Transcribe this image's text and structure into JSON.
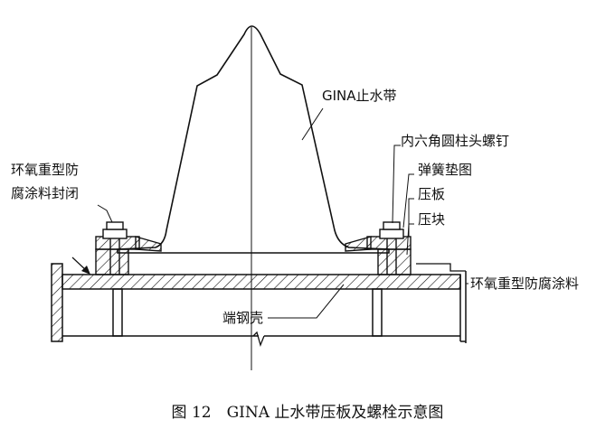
{
  "labels": {
    "gina_band": "GINA止水带",
    "hex_bolt": "内六角圆柱头螺钉",
    "spring_washer": "弹簧垫图",
    "pressure_plate": "压板",
    "pressure_block": "压块",
    "coating_right": "环氧重型防腐涂料",
    "coating_left_line1": "环氧重型防",
    "coating_left_line2": "腐涂料封闭",
    "end_steel_shell": "端钢壳"
  },
  "caption": "图 12　GINA 止水带压板及螺栓示意图"
}
